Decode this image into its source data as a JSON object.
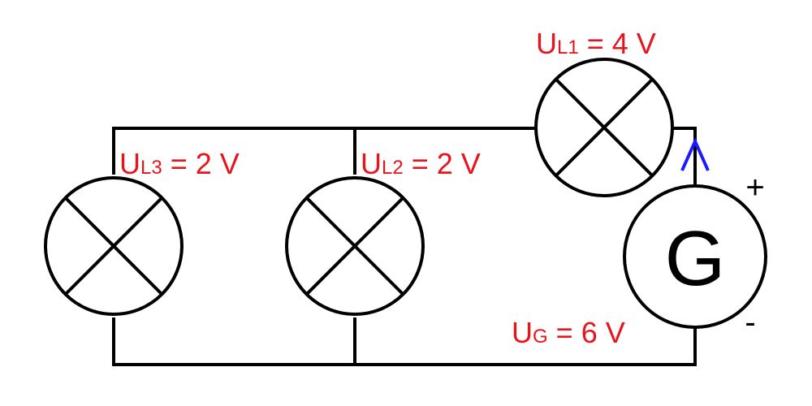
{
  "generator": {
    "symbol": "G",
    "plus": "+",
    "minus": "-"
  },
  "labels": {
    "l1": {
      "letter": "U",
      "sub": "L1",
      "value": " = 4 V"
    },
    "l2": {
      "letter": "U",
      "sub": "L2",
      "value": " = 2 V"
    },
    "l3": {
      "letter": "U",
      "sub": "L3",
      "value": " = 2 V"
    },
    "g": {
      "letter": "U",
      "sub": "G",
      "value": " = 6 V"
    }
  },
  "colors": {
    "label": "#e8141b",
    "arrow": "#1a1aff",
    "line": "#000000"
  }
}
